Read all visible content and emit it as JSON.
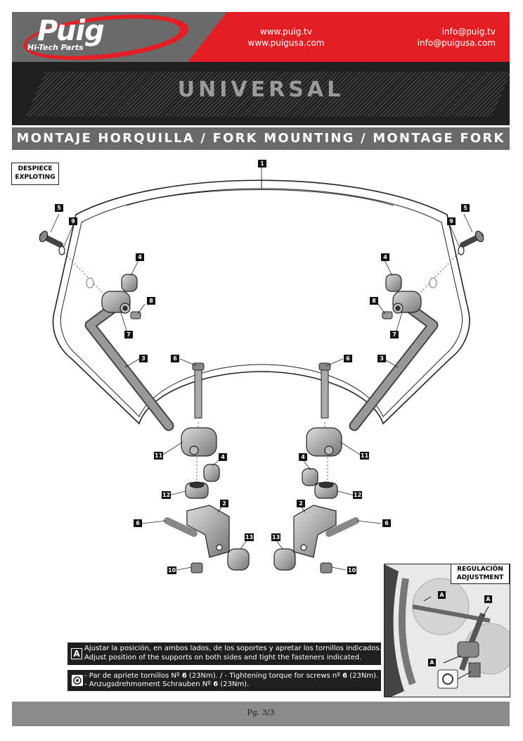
{
  "header": {
    "brand": "Puig",
    "brand_tagline": "Hi-Tech Parts",
    "web1": "www.puig.tv",
    "web2": "www.puigusa.com",
    "mail1": "info@puig.tv",
    "mail2": "info@puigusa.com",
    "colors": {
      "red": "#e31e24",
      "grey": "#6a6a6a",
      "dark": "#1f1f1f"
    }
  },
  "banner_title": "UNIVERSAL",
  "subtitle": "MONTAJE HORQUILLA / FORK MOUNTING / MONTAGE FORK",
  "exploded_label": {
    "line1": "DESPIECE",
    "line2": "EXPLOTING"
  },
  "adjust_label": {
    "line1": "REGULACIÓN",
    "line2": "ADJUSTMENT"
  },
  "part_numbers": {
    "p1": "1",
    "p2": "2",
    "p3": "3",
    "p4": "4",
    "p5": "5",
    "p6": "6",
    "p7": "7",
    "p8": "8",
    "p9": "9",
    "p10": "10",
    "p11": "11",
    "p12": "12",
    "p13": "13",
    "a": "A"
  },
  "instruction_a": {
    "marker": "A",
    "line1": "Ajustar la posición, en ambos lados, de los soportes y apretar los tornillos indicados.",
    "line2": "Adjust position of the supports on both sides and tight the fasteners indicated."
  },
  "torque": {
    "line1_pre": "- Par de apriete tornillos Nº ",
    "line1_bold": "6",
    "line1_mid": " (23Nm). / - Tightening torque for screws nº ",
    "line1_bold2": "6",
    "line1_post": " (23Nm).",
    "line2_pre": "- Anzugsdrehmoment Schrauben Nº ",
    "line2_bold": "6",
    "line2_post": " (23Nm)."
  },
  "footer": "Pg. 3/3"
}
